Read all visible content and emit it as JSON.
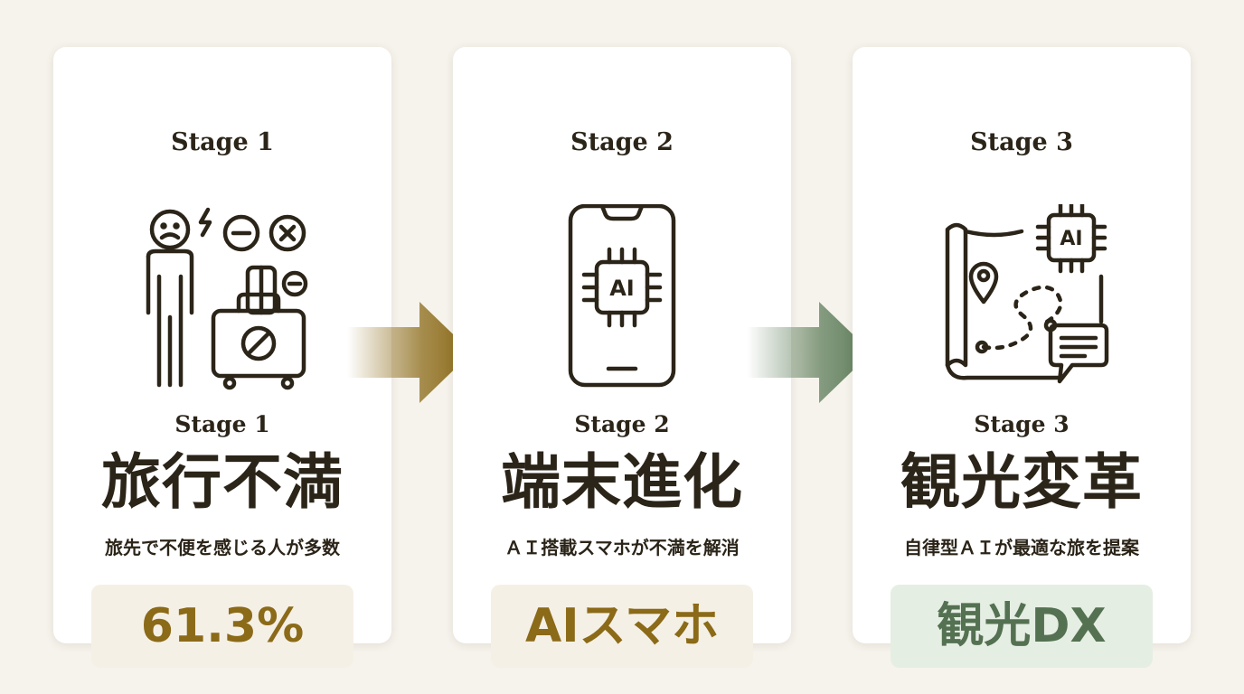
{
  "stages": [
    {
      "top_label": "Stage 1",
      "icon": "frustrated-traveler-luggage-icon",
      "mid_label": "Stage 1",
      "headline": "旅行不満",
      "description": "旅先で不便を感じる人が多数",
      "badge": "61.3%",
      "badge_color": "#8b6a18"
    },
    {
      "top_label": "Stage 2",
      "icon": "ai-smartphone-icon",
      "mid_label": "Stage 2",
      "headline": "端末進化",
      "description": "ＡＩ搭載スマホが不満を解消",
      "badge": "AIスマホ",
      "badge_color": "#8b6a18"
    },
    {
      "top_label": "Stage 3",
      "icon": "ai-travel-map-icon",
      "mid_label": "Stage 3",
      "headline": "観光変革",
      "description": "自律型ＡＩが最適な旅を提案",
      "badge": "観光DX",
      "badge_color": "#547152"
    }
  ],
  "arrows": [
    {
      "icon": "right-arrow-icon",
      "color": "#8b6a18"
    },
    {
      "icon": "right-arrow-icon",
      "color": "#5e7d5a"
    }
  ],
  "chip_label": "AI",
  "colors": {
    "background": "#f6f3ec",
    "card": "#ffffff",
    "text": "#2b2418",
    "gold": "#8b6a18",
    "green": "#547152"
  }
}
